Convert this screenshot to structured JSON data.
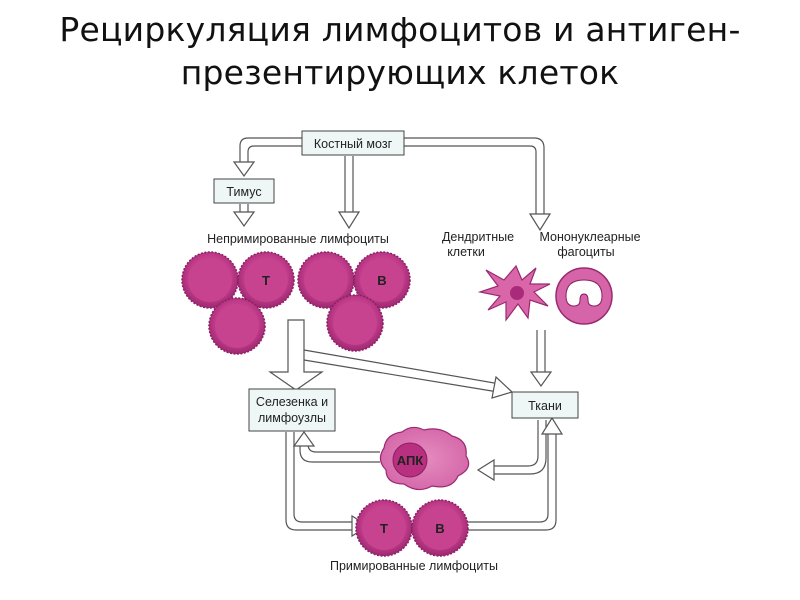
{
  "title": {
    "line1": "Рециркуляция лимфоцитов и антиген-",
    "line2": "презентирующих клеток"
  },
  "diagram": {
    "bone_marrow": "Костный мозг",
    "thymus": "Тимус",
    "naive_lymphocytes": "Непримированные лимфоциты",
    "dendritic_line1": "Дендритные",
    "dendritic_line2": "клетки",
    "mononuclear_line1": "Мононуклеарные",
    "mononuclear_line2": "фагоциты",
    "spleen_line1": "Селезенка и",
    "spleen_line2": "лимфоузлы",
    "tissues": "Ткани",
    "apc": "АПК",
    "primed_lymphocytes": "Примированные лимфоциты",
    "t_label": "Т",
    "b_label": "В"
  },
  "colors": {
    "cell_fill": "#c8408f",
    "cell_dark": "#a82a77",
    "cell_light": "#e696c6",
    "arrow_fill": "#ffffff",
    "arrow_stroke": "#555555",
    "box_fill": "#eef7f5",
    "box_stroke": "#444444"
  }
}
